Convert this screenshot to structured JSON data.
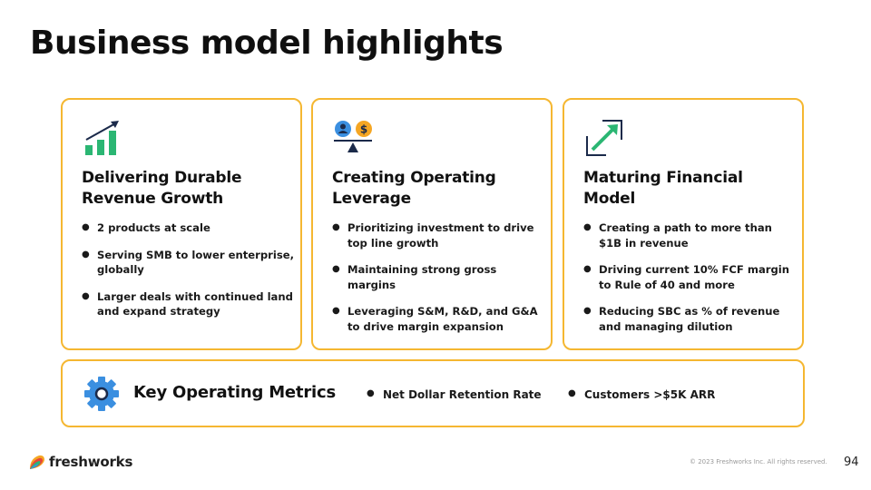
{
  "slide": {
    "title": "Business model highlights"
  },
  "cards": [
    {
      "icon": "bar-chart-growth-icon",
      "title_line1": "Delivering Durable",
      "title_line2": "Revenue Growth",
      "bullets": [
        "2 products at scale",
        "Serving SMB to lower enterprise, globally",
        "Larger deals with continued land and expand strategy"
      ]
    },
    {
      "icon": "balance-scale-icon",
      "title_line1": "Creating Operating",
      "title_line2": "Leverage",
      "bullets": [
        "Prioritizing investment to drive top line growth",
        "Maintaining strong gross margins",
        "Leveraging S&M, R&D, and G&A to drive margin expansion"
      ]
    },
    {
      "icon": "expand-arrow-icon",
      "title_line1": "Maturing Financial",
      "title_line2": "Model",
      "bullets": [
        "Creating a path to more than $1B in revenue",
        "Driving current 10% FCF margin to Rule of 40 and more",
        "Reducing SBC as % of revenue and managing dilution"
      ]
    }
  ],
  "metrics": {
    "icon": "gear-icon",
    "title": "Key Operating Metrics",
    "items": [
      "Net Dollar Retention Rate",
      "Customers >$5K ARR"
    ]
  },
  "footer": {
    "logo_text": "freshworks",
    "copyright": "© 2023 Freshworks Inc. All rights reserved.",
    "page_number": "94"
  },
  "colors": {
    "accent_border": "#f5b731",
    "green": "#2bb673",
    "blue": "#3b8fe0",
    "orange": "#f5a623",
    "navy": "#1b2a4a"
  }
}
